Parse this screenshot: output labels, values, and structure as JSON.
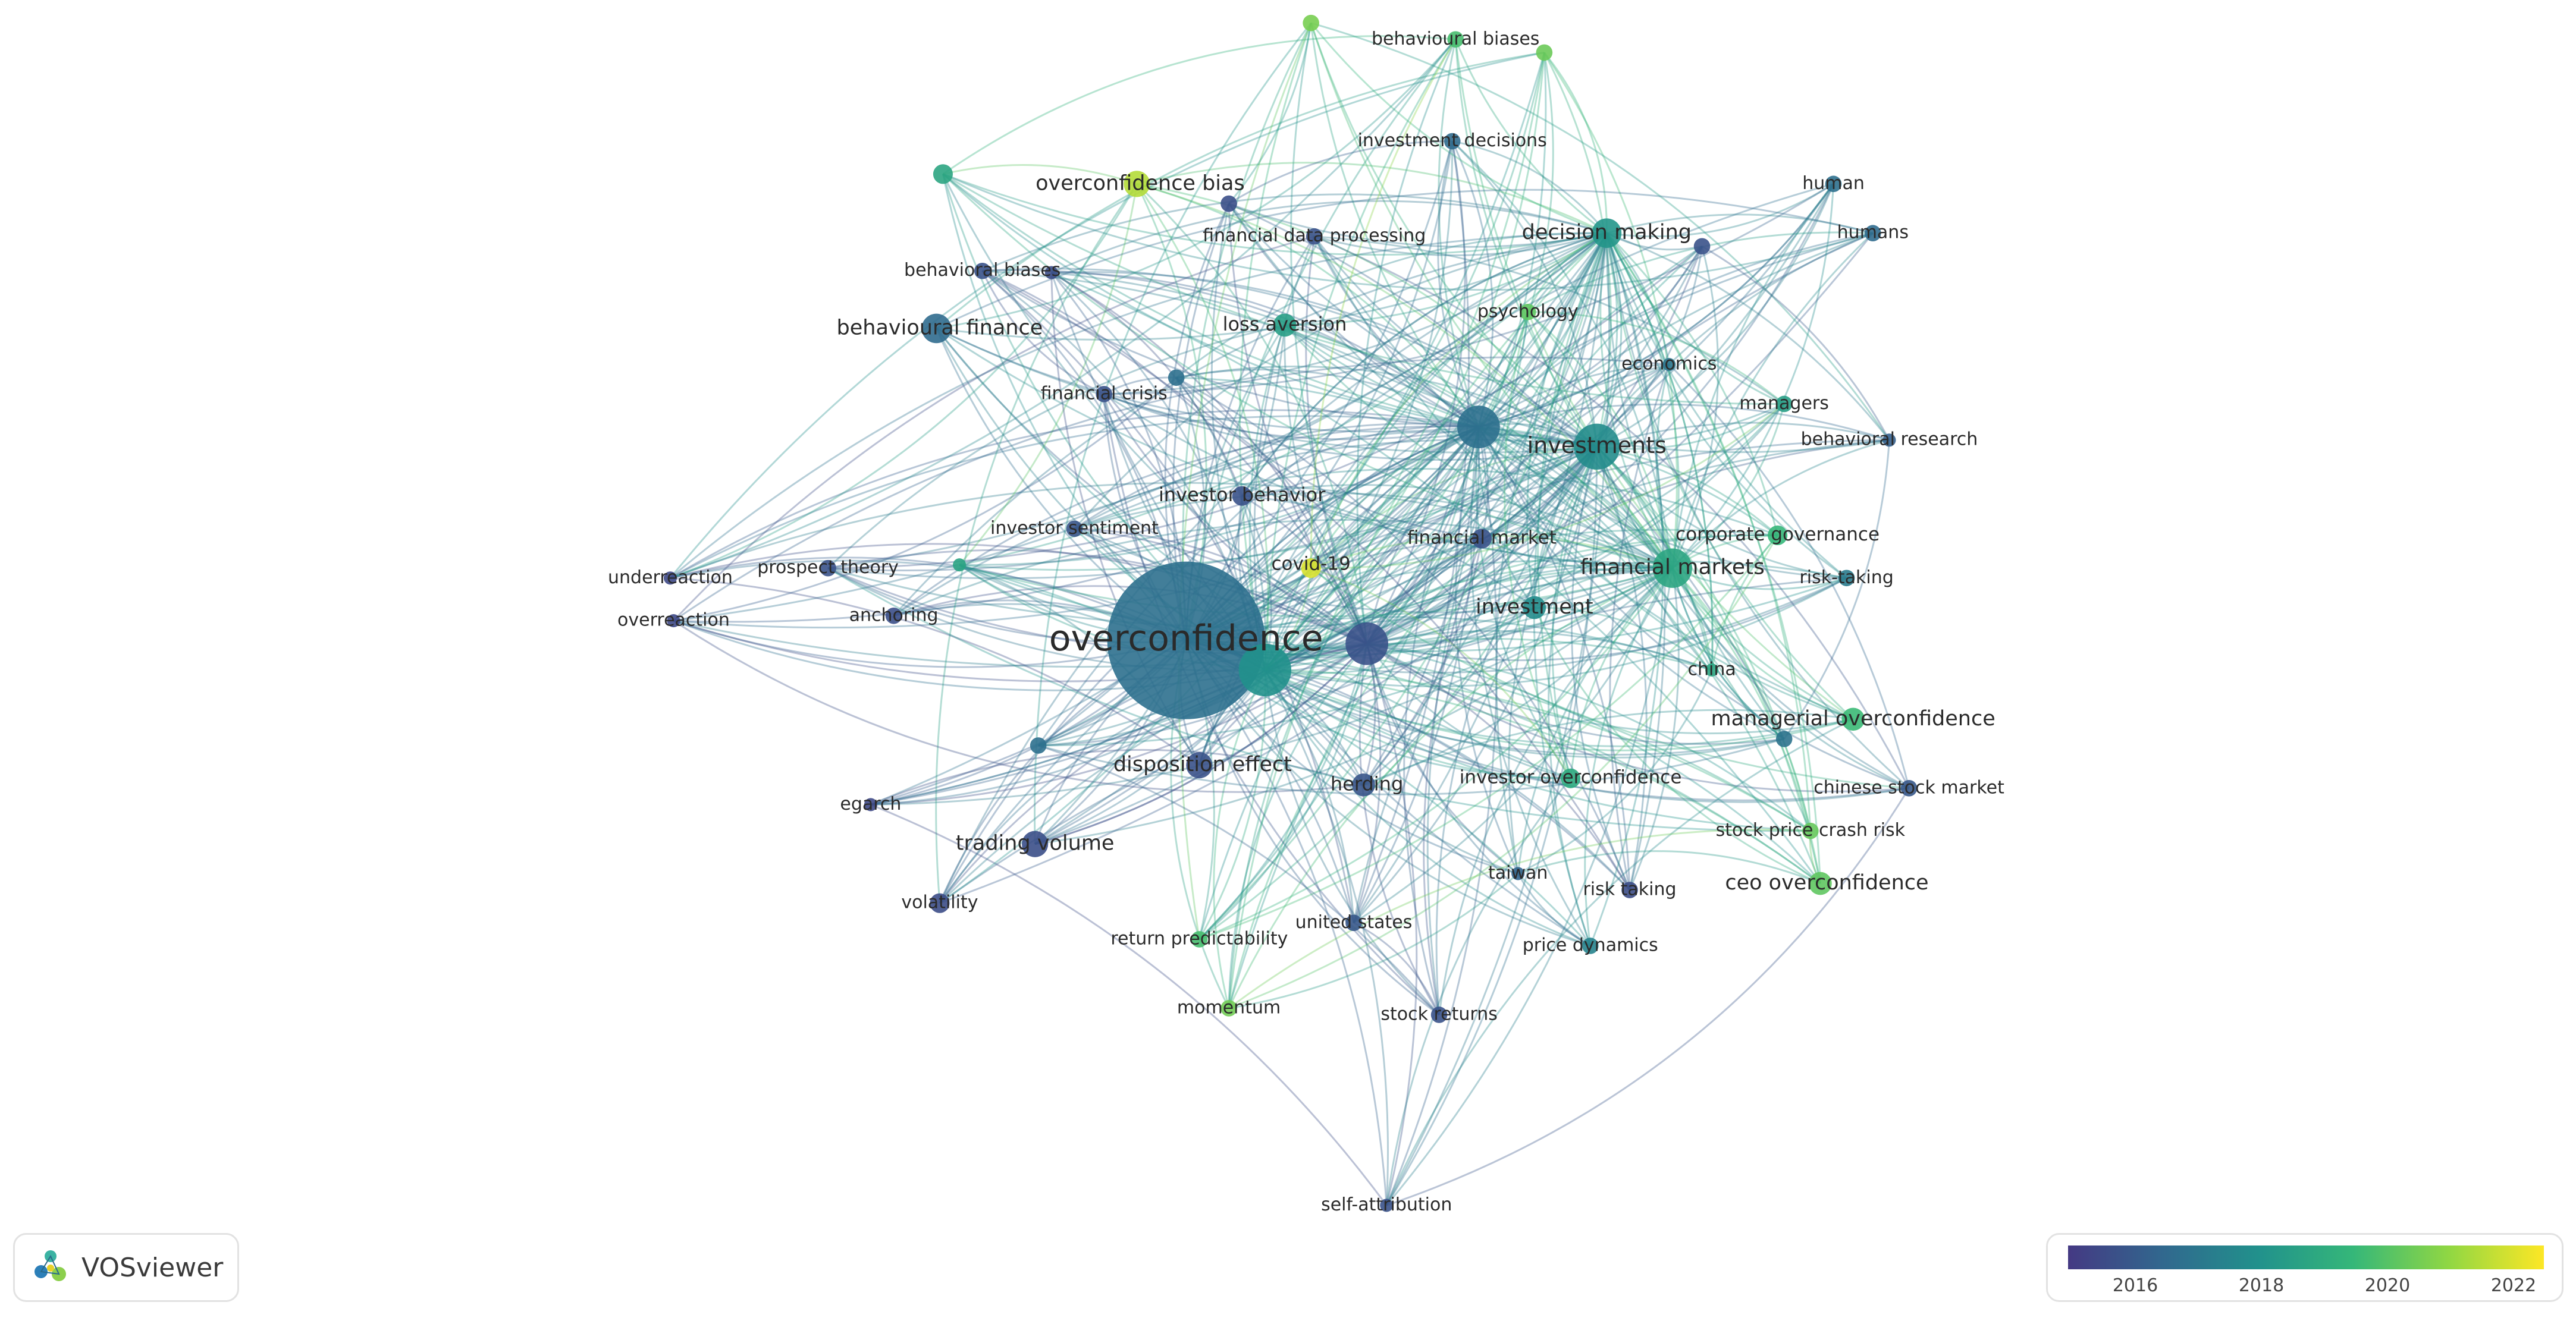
{
  "app": {
    "name": "VOSviewer"
  },
  "legend": {
    "ticks": [
      "2016",
      "2018",
      "2020",
      "2022"
    ]
  },
  "colors": {
    "gradient": [
      "#443983",
      "#31688e",
      "#21918c",
      "#35b779",
      "#90d743",
      "#fde725"
    ],
    "edge_default": "#8a8fd8"
  },
  "nodes": [
    {
      "id": "overconfidence",
      "label": "overconfidence",
      "year": 2016.8,
      "weight": 100
    },
    {
      "id": "n_teal_big",
      "label": "",
      "year": 2018.0,
      "weight": 28
    },
    {
      "id": "n_purple_big",
      "label": "",
      "year": 2015.8,
      "weight": 22
    },
    {
      "id": "n_blue_big",
      "label": "",
      "year": 2016.8,
      "weight": 22
    },
    {
      "id": "investments",
      "label": "investments",
      "year": 2017.8,
      "weight": 26
    },
    {
      "id": "financial_markets",
      "label": "financial markets",
      "year": 2018.8,
      "weight": 22
    },
    {
      "id": "decision_making",
      "label": "decision making",
      "year": 2018.2,
      "weight": 16
    },
    {
      "id": "behavioural_finance",
      "label": "behavioural finance",
      "year": 2016.6,
      "weight": 16
    },
    {
      "id": "overconfidence_bias",
      "label": "overconfidence bias",
      "year": 2021.5,
      "weight": 15
    },
    {
      "id": "loss_aversion",
      "label": "loss aversion",
      "year": 2018.5,
      "weight": 13
    },
    {
      "id": "investor_behavior",
      "label": "investor behavior",
      "year": 2015.8,
      "weight": 12
    },
    {
      "id": "financial_market",
      "label": "financial market",
      "year": 2015.8,
      "weight": 12
    },
    {
      "id": "investment",
      "label": "investment",
      "year": 2017.8,
      "weight": 14
    },
    {
      "id": "corporate_governance",
      "label": "corporate governance",
      "year": 2019.5,
      "weight": 13
    },
    {
      "id": "managerial_overconfidence",
      "label": "managerial overconfidence",
      "year": 2019.6,
      "weight": 15
    },
    {
      "id": "ceo_overconfidence",
      "label": "ceo overconfidence",
      "year": 2020.2,
      "weight": 15
    },
    {
      "id": "disposition_effect",
      "label": "disposition effect",
      "year": 2015.8,
      "weight": 15
    },
    {
      "id": "trading_volume",
      "label": "trading volume",
      "year": 2015.7,
      "weight": 15
    },
    {
      "id": "investor_overconfidence",
      "label": "investor overconfidence",
      "year": 2019.0,
      "weight": 11
    },
    {
      "id": "herding",
      "label": "herding",
      "year": 2015.9,
      "weight": 12
    },
    {
      "id": "covid19",
      "label": "covid-19",
      "year": 2022.0,
      "weight": 11
    },
    {
      "id": "behavioural_biases_top",
      "label": "behavioural biases",
      "year": 2019.8,
      "weight": 10
    },
    {
      "id": "investment_decisions",
      "label": "investment decisions",
      "year": 2016.6,
      "weight": 10
    },
    {
      "id": "financial_data_processing",
      "label": "financial data processing",
      "year": 2015.8,
      "weight": 10
    },
    {
      "id": "behavioral_biases",
      "label": "behavioral biases",
      "year": 2015.8,
      "weight": 10
    },
    {
      "id": "financial_crisis",
      "label": "financial crisis",
      "year": 2015.8,
      "weight": 10
    },
    {
      "id": "investor_sentiment",
      "label": "investor sentiment",
      "year": 2015.9,
      "weight": 10
    },
    {
      "id": "prospect_theory",
      "label": "prospect theory",
      "year": 2015.8,
      "weight": 10
    },
    {
      "id": "underreaction",
      "label": "underreaction",
      "year": 2015.5,
      "weight": 9
    },
    {
      "id": "overreaction",
      "label": "overreaction",
      "year": 2015.5,
      "weight": 9
    },
    {
      "id": "anchoring",
      "label": "anchoring",
      "year": 2015.7,
      "weight": 10
    },
    {
      "id": "egarch",
      "label": "egarch",
      "year": 2015.5,
      "weight": 9
    },
    {
      "id": "volatility",
      "label": "volatility",
      "year": 2015.6,
      "weight": 11
    },
    {
      "id": "return_predictability",
      "label": "return predictability",
      "year": 2019.8,
      "weight": 10
    },
    {
      "id": "momentum",
      "label": "momentum",
      "year": 2020.5,
      "weight": 10
    },
    {
      "id": "united_states",
      "label": "united states",
      "year": 2016.0,
      "weight": 10
    },
    {
      "id": "stock_returns",
      "label": "stock returns",
      "year": 2015.8,
      "weight": 10
    },
    {
      "id": "self_attribution",
      "label": "self-attribution",
      "year": 2015.8,
      "weight": 9
    },
    {
      "id": "human",
      "label": "human",
      "year": 2016.8,
      "weight": 10
    },
    {
      "id": "humans",
      "label": "humans",
      "year": 2016.6,
      "weight": 10
    },
    {
      "id": "psychology",
      "label": "psychology",
      "year": 2020.2,
      "weight": 10
    },
    {
      "id": "economics",
      "label": "economics",
      "year": 2017.0,
      "weight": 9
    },
    {
      "id": "managers",
      "label": "managers",
      "year": 2018.5,
      "weight": 10
    },
    {
      "id": "behavioral_research",
      "label": "behavioral research",
      "year": 2016.2,
      "weight": 9
    },
    {
      "id": "risk_taking_hy",
      "label": "risk-taking",
      "year": 2017.2,
      "weight": 10
    },
    {
      "id": "china",
      "label": "china",
      "year": 2018.8,
      "weight": 9
    },
    {
      "id": "chinese_stock_market",
      "label": "chinese stock market",
      "year": 2016.0,
      "weight": 10
    },
    {
      "id": "stock_price_crash_risk",
      "label": "stock price crash risk",
      "year": 2020.3,
      "weight": 10
    },
    {
      "id": "taiwan",
      "label": "taiwan",
      "year": 2016.4,
      "weight": 9
    },
    {
      "id": "risk_taking",
      "label": "risk taking",
      "year": 2015.6,
      "weight": 10
    },
    {
      "id": "price_dynamics",
      "label": "price dynamics",
      "year": 2017.5,
      "weight": 10
    },
    {
      "id": "n_top_green",
      "label": "",
      "year": 2020.6,
      "weight": 9
    },
    {
      "id": "n_top_green2",
      "label": "",
      "year": 2020.4,
      "weight": 9
    },
    {
      "id": "n_teal_left",
      "label": "",
      "year": 2018.8,
      "weight": 10
    },
    {
      "id": "n_purple_a",
      "label": "",
      "year": 2015.6,
      "weight": 9
    },
    {
      "id": "n_purple_b",
      "label": "",
      "year": 2015.7,
      "weight": 9
    },
    {
      "id": "n_blue_a",
      "label": "",
      "year": 2016.8,
      "weight": 9
    },
    {
      "id": "n_blue_b",
      "label": "",
      "year": 2016.8,
      "weight": 9
    },
    {
      "id": "n_purple_c",
      "label": "",
      "year": 2015.8,
      "weight": 9
    },
    {
      "id": "n_teal_sm",
      "label": "",
      "year": 2018.7,
      "weight": 9
    },
    {
      "id": "n_blue_c",
      "label": "",
      "year": 2016.9,
      "weight": 9
    }
  ]
}
